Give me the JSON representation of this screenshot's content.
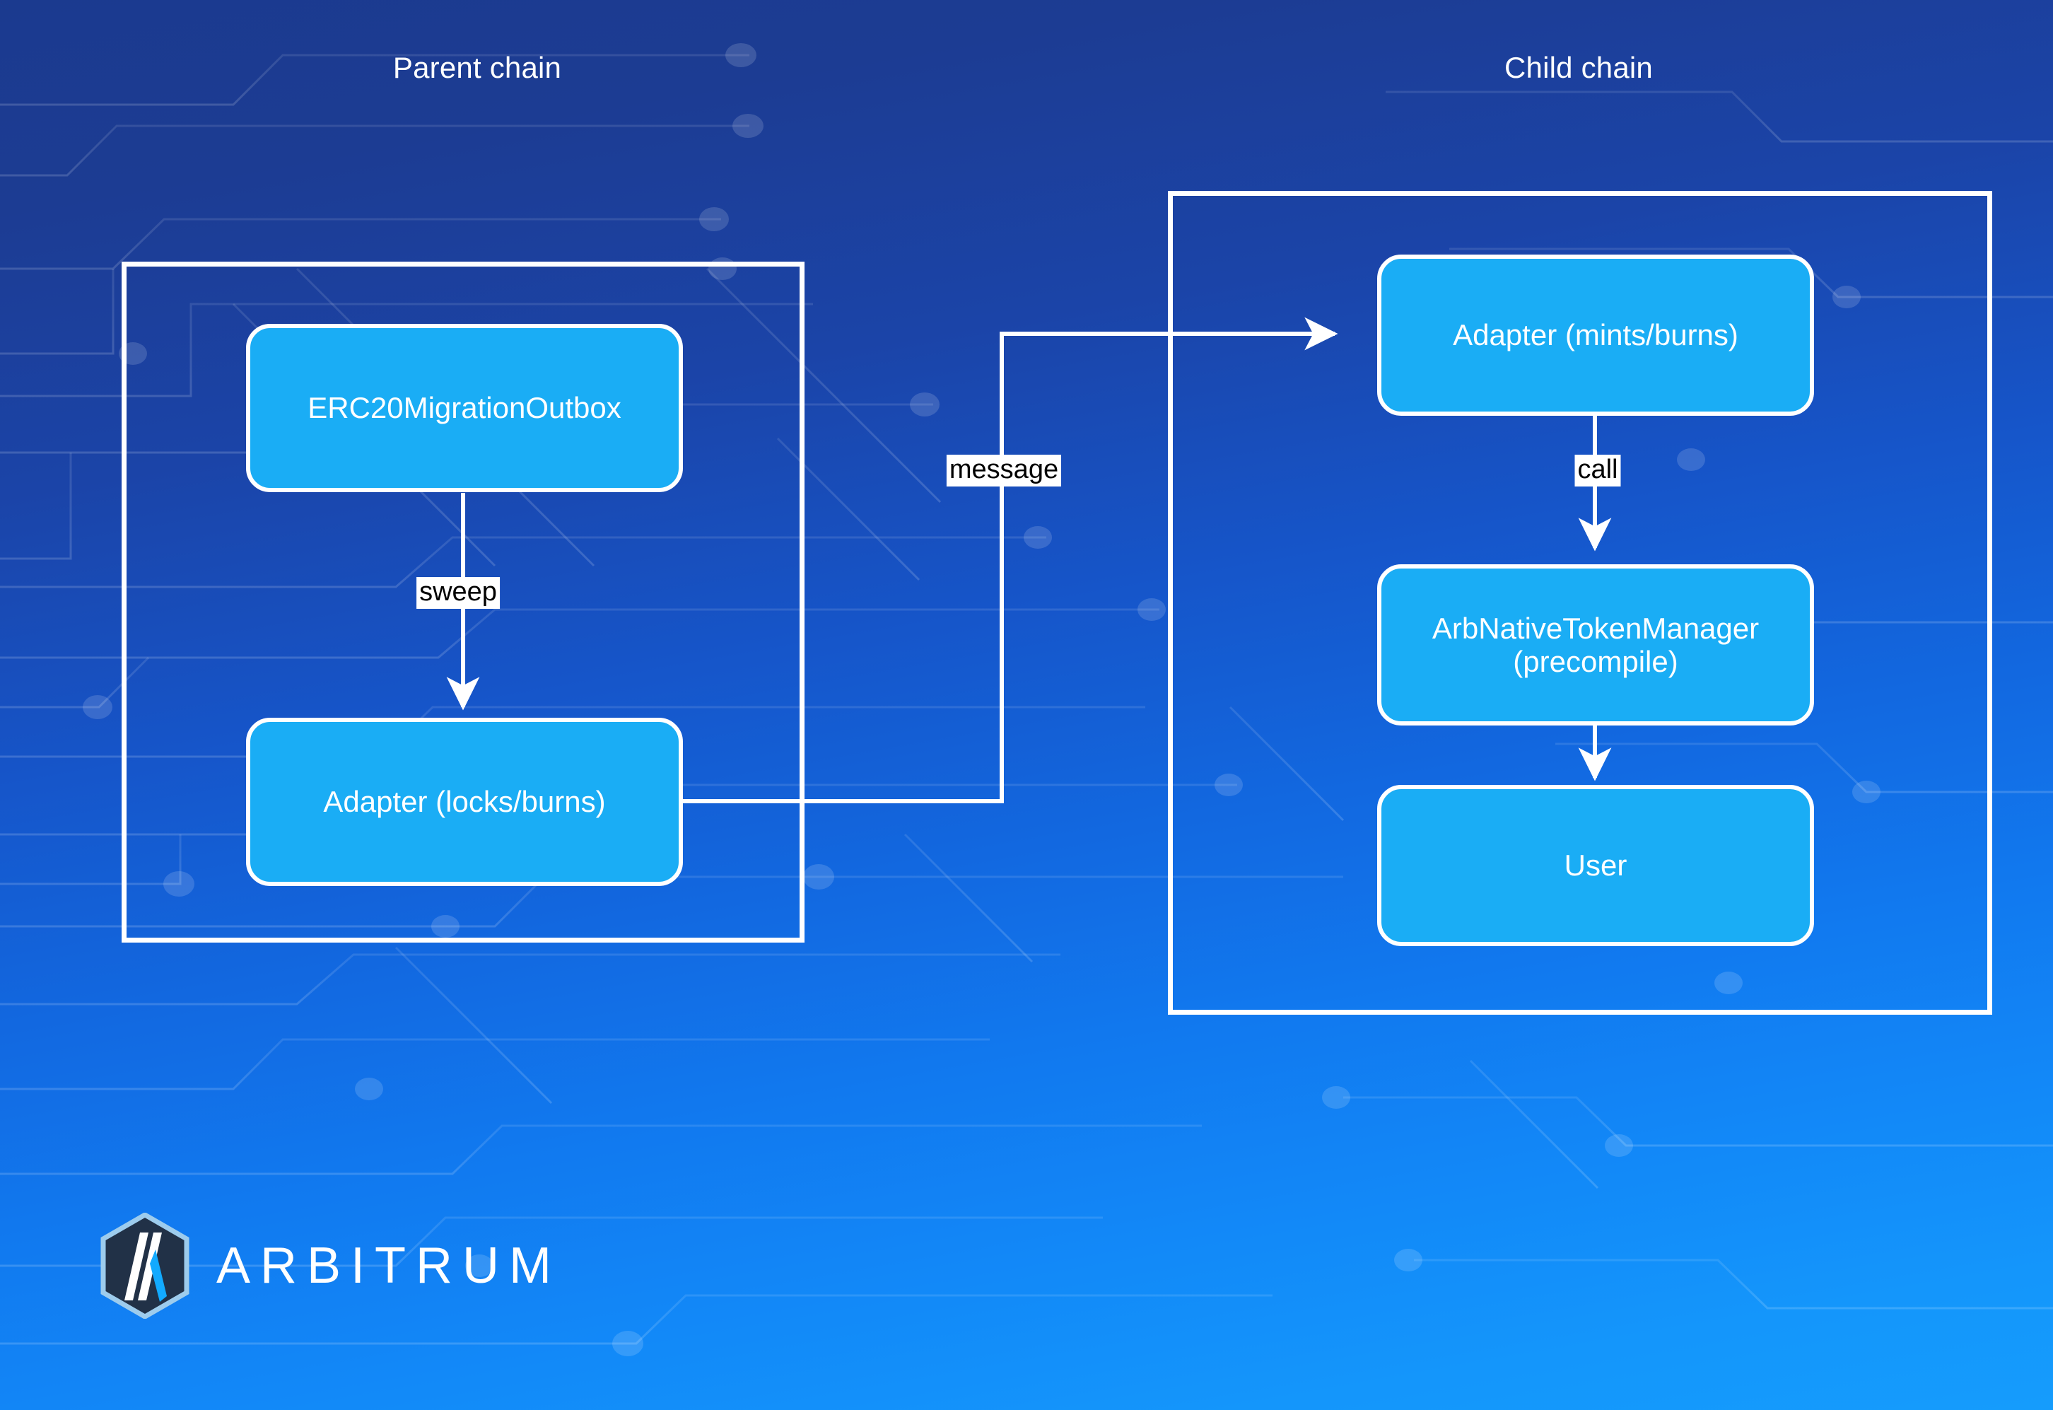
{
  "diagram": {
    "title_parent": "Parent chain",
    "title_child": "Child chain",
    "colors": {
      "node_fill": "#1aadf5",
      "node_border": "#ffffff",
      "container_border": "#ffffff",
      "label_bg": "#ffffff",
      "label_text": "#000000",
      "bg_top": "#1b3a8f",
      "bg_bottom": "#159cfc",
      "logo_hex_fill": "#213147",
      "logo_hex_stroke": "#9dcced",
      "logo_accent": "#12aaff"
    },
    "parent_chain": {
      "label": "Parent chain",
      "nodes": [
        {
          "id": "erc20-migration-outbox",
          "label": "ERC20MigrationOutbox"
        },
        {
          "id": "adapter-locks-burns",
          "label": "Adapter (locks/burns)"
        }
      ]
    },
    "child_chain": {
      "label": "Child chain",
      "nodes": [
        {
          "id": "adapter-mints-burns",
          "label": "Adapter (mints/burns)"
        },
        {
          "id": "arb-native-token-manager",
          "label_line1": "ArbNativeTokenManager",
          "label_line2": "(precompile)"
        },
        {
          "id": "user",
          "label": "User"
        }
      ]
    },
    "edges": [
      {
        "id": "sweep",
        "label": "sweep",
        "from": "erc20-migration-outbox",
        "to": "adapter-locks-burns"
      },
      {
        "id": "message",
        "label": "message",
        "from": "adapter-locks-burns",
        "to": "adapter-mints-burns"
      },
      {
        "id": "call",
        "label": "call",
        "from": "adapter-mints-burns",
        "to": "arb-native-token-manager"
      },
      {
        "id": "mint-to-user",
        "label": "",
        "from": "arb-native-token-manager",
        "to": "user"
      }
    ]
  },
  "logo": {
    "wordmark": "ARBITRUM",
    "mark_name": "arbitrum-hexagon-logo"
  }
}
